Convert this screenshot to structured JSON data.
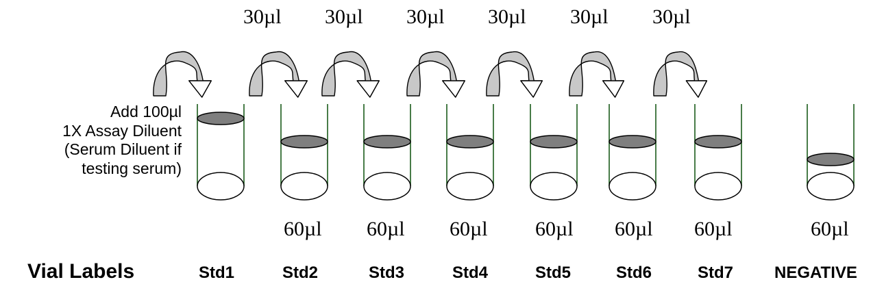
{
  "transfer_volumes": [
    "30µl",
    "30µl",
    "30µl",
    "30µl",
    "30µl",
    "30µl"
  ],
  "instruction_lines": [
    "Add 100µl",
    "1X Assay Diluent",
    "(Serum Diluent if",
    "testing serum)"
  ],
  "tube_volumes": [
    "60µl",
    "60µl",
    "60µl",
    "60µl",
    "60µl",
    "60µl",
    "60µl"
  ],
  "vial_labels_title": "Vial Labels",
  "vial_labels": [
    "Std1",
    "Std2",
    "Std3",
    "Std4",
    "Std5",
    "Std6",
    "Std7",
    "NEGATIVE"
  ],
  "colors": {
    "tube_wall": "#1a5c1a",
    "liquid": "#7f7f7f",
    "arrow_fill": "#c8c8c8",
    "outline": "#000000"
  }
}
